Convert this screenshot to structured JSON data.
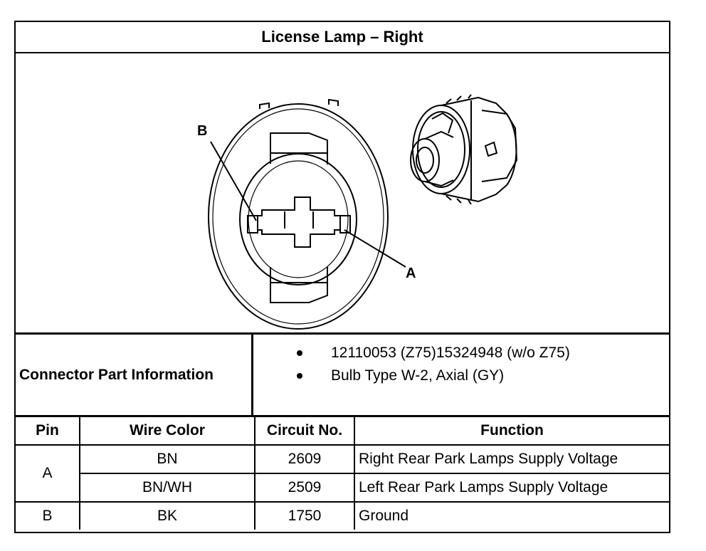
{
  "title": "License Lamp – Right",
  "figure": {
    "callouts": [
      "B",
      "A"
    ]
  },
  "connector_info": {
    "label": "Connector Part Information",
    "items": [
      "12110053 (Z75)15324948 (w/o Z75)",
      "Bulb Type W-2, Axial (GY)"
    ]
  },
  "pin_table": {
    "headers": [
      "Pin",
      "Wire Color",
      "Circuit No.",
      "Function"
    ],
    "rows": [
      {
        "pin": "A",
        "wire": "BN",
        "circuit": "2609",
        "function": "Right Rear Park Lamps Supply Voltage"
      },
      {
        "pin": "A",
        "wire": "BN/WH",
        "circuit": "2509",
        "function": "Left Rear Park Lamps Supply Voltage"
      },
      {
        "pin": "B",
        "wire": "BK",
        "circuit": "1750",
        "function": "Ground"
      }
    ]
  }
}
